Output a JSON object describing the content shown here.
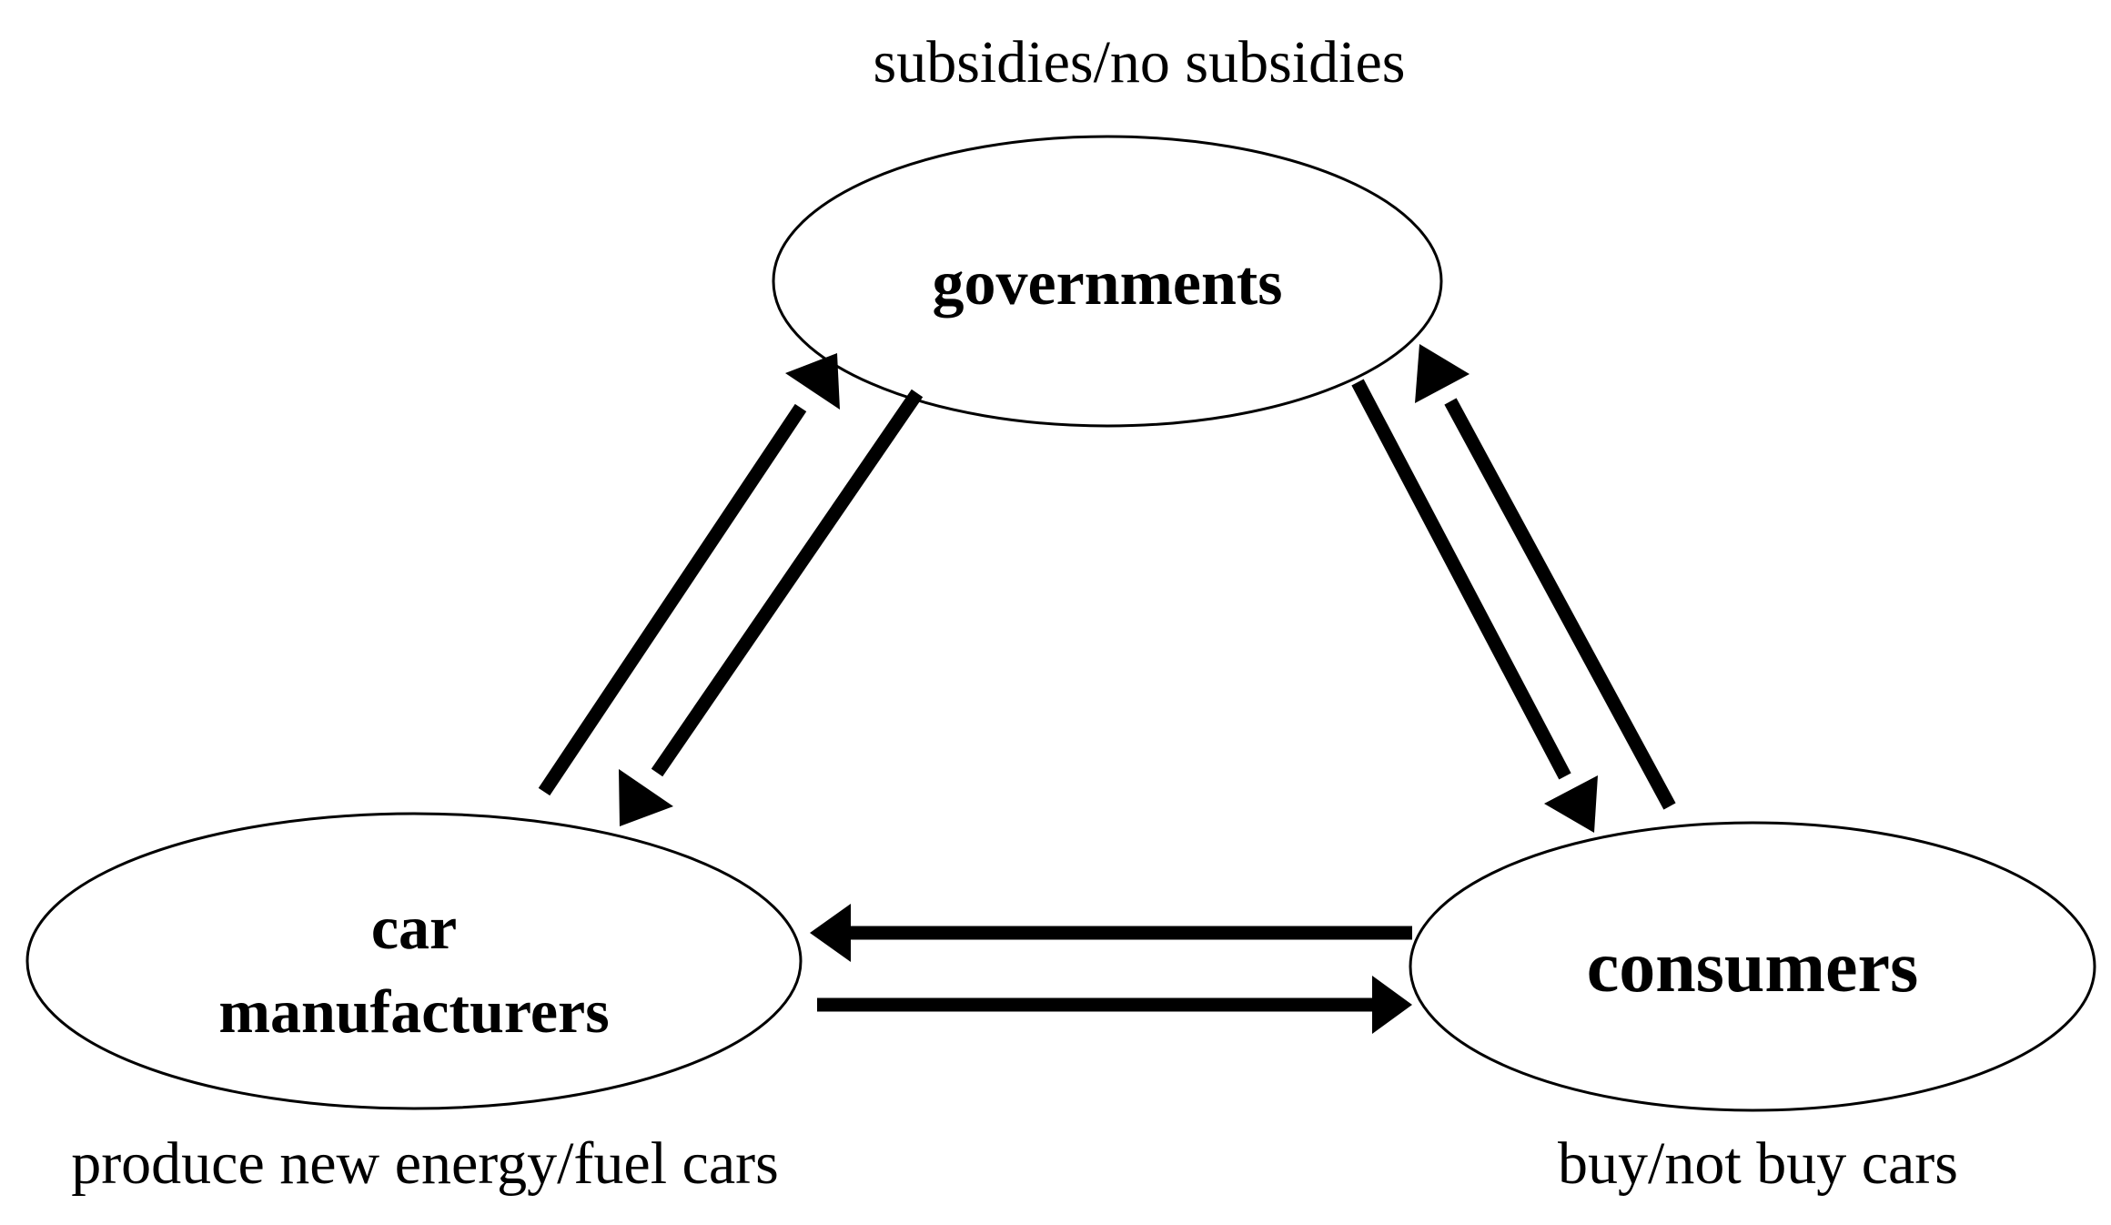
{
  "diagram": {
    "nodes": {
      "governments": {
        "label": "governments"
      },
      "car_manufacturers": {
        "label_line1": "car",
        "label_line2": "manufacturers"
      },
      "consumers": {
        "label": "consumers"
      }
    },
    "captions": {
      "governments": "subsidies/no subsidies",
      "car_manufacturers": "produce new energy/fuel cars",
      "consumers": "buy/not buy cars"
    },
    "edges": [
      {
        "from": "car_manufacturers",
        "to": "governments"
      },
      {
        "from": "governments",
        "to": "car_manufacturers"
      },
      {
        "from": "governments",
        "to": "consumers"
      },
      {
        "from": "consumers",
        "to": "governments"
      },
      {
        "from": "consumers",
        "to": "car_manufacturers"
      },
      {
        "from": "car_manufacturers",
        "to": "consumers"
      }
    ],
    "colors": {
      "stroke": "#000000",
      "background": "#ffffff"
    }
  }
}
